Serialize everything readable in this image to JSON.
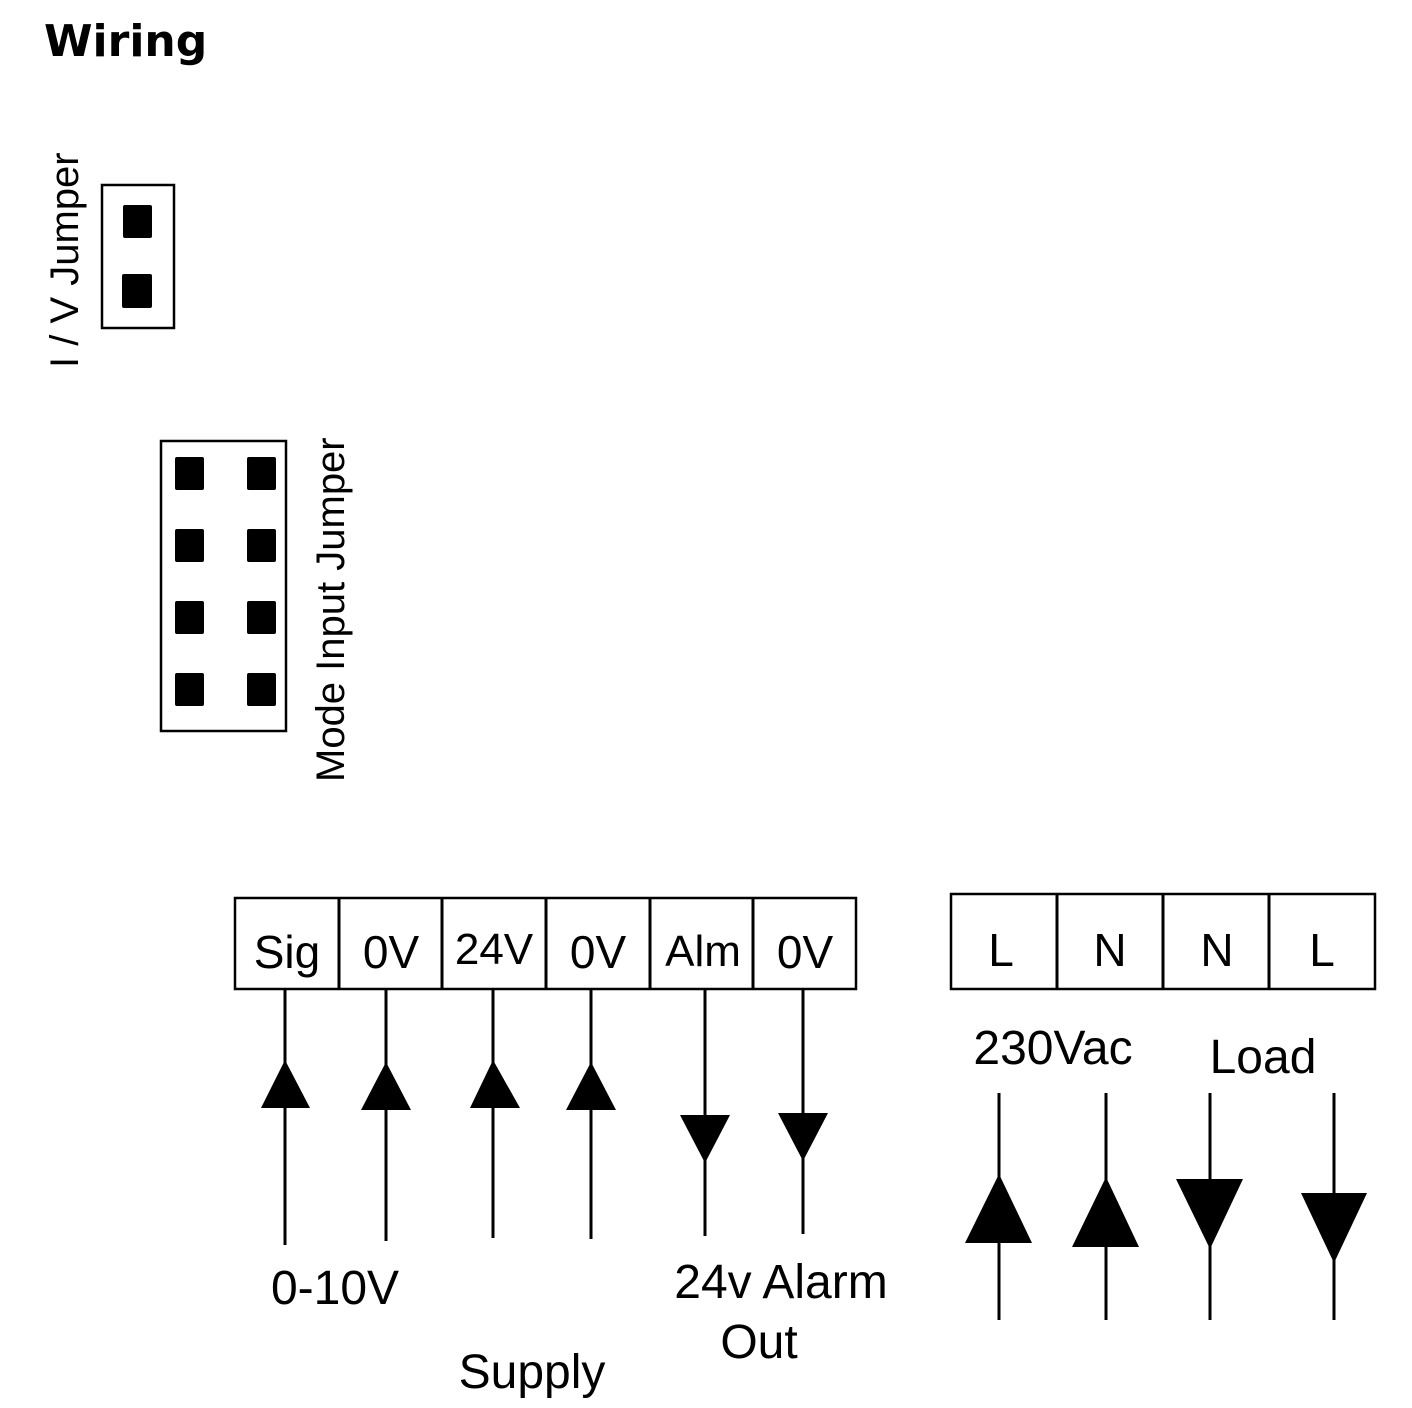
{
  "title": "Wiring",
  "iv_jumper": {
    "label": "I / V Jumper",
    "pins": 2
  },
  "mode_jumper": {
    "label": "Mode Input Jumper",
    "pins": 8
  },
  "low_voltage_terminals": [
    "Sig",
    "0V",
    "24V",
    "0V",
    "Alm",
    "0V"
  ],
  "mains_terminals": [
    "L",
    "N",
    "N",
    "L"
  ],
  "labels": {
    "signal": "0-10V",
    "supply": "Supply",
    "alarm_line1": "24v Alarm",
    "alarm_line2": "Out",
    "mains": "230Vac",
    "load": "Load"
  },
  "wire_directions": {
    "low_voltage": [
      "in",
      "in",
      "in",
      "in",
      "out",
      "out"
    ],
    "mains": [
      "in",
      "in",
      "out",
      "out"
    ]
  }
}
